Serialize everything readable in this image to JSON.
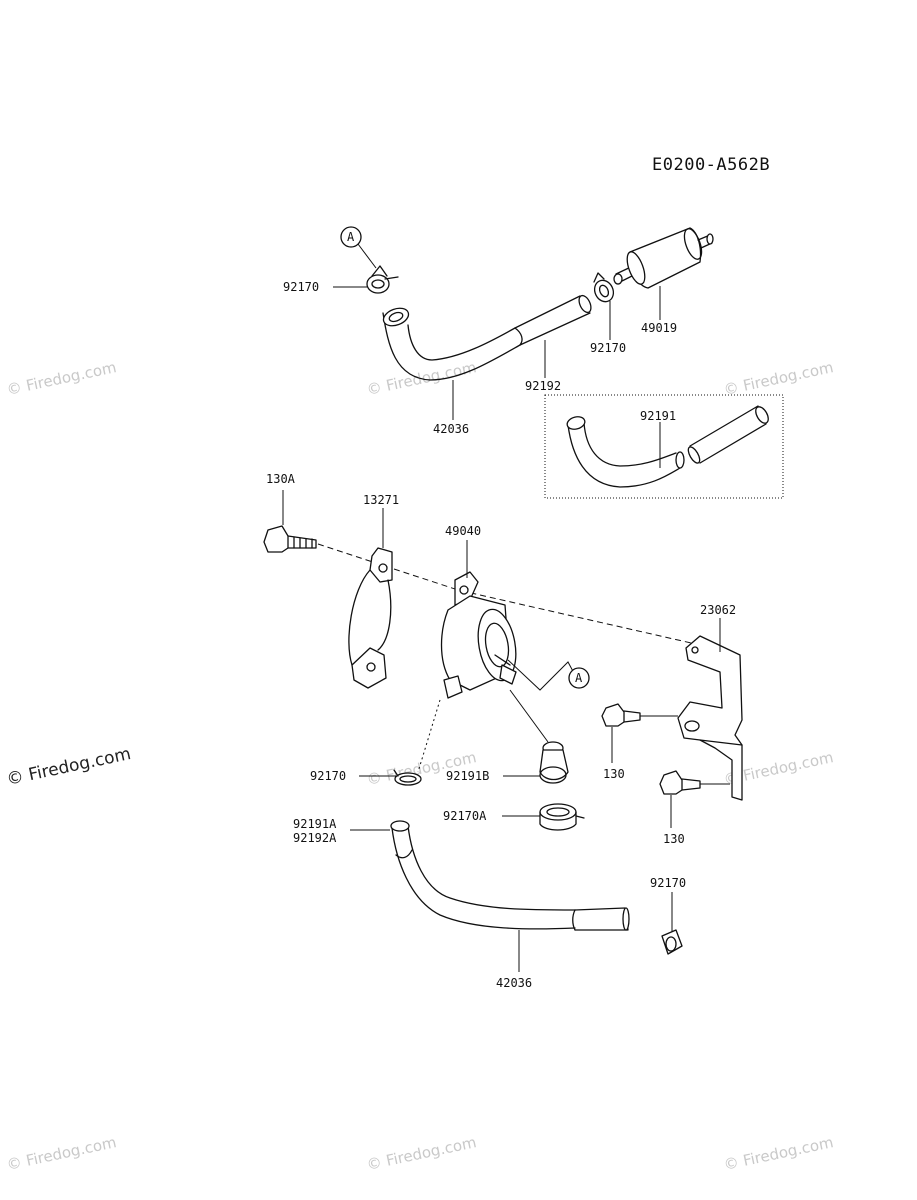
{
  "diagram_code": "E0200-A562B",
  "watermark": "© Firedog.com",
  "ref_marker": "A",
  "parts": {
    "p92170_top_left": "92170",
    "p42036_top": "42036",
    "p92192": "92192",
    "p92170_top_right": "92170",
    "p49019": "49019",
    "p92191": "92191",
    "p130A": "130A",
    "p13271": "13271",
    "p49040": "49040",
    "p23062": "23062",
    "p130_upper": "130",
    "p130_lower": "130",
    "p92170_mid": "92170",
    "p92191B": "92191B",
    "p92170A": "92170A",
    "p92191A": "92191A",
    "p92192A": "92192A",
    "p92170_bottom": "92170",
    "p42036_bottom": "42036"
  }
}
